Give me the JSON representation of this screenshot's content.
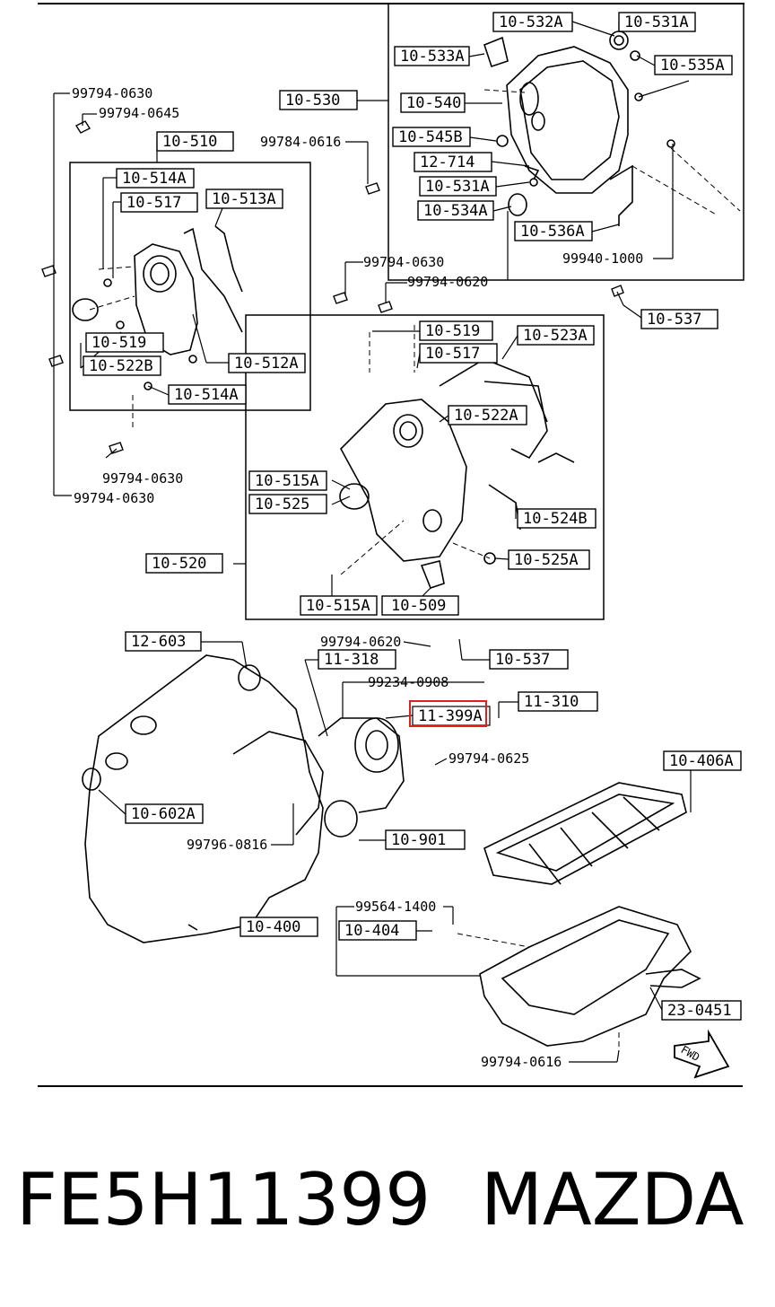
{
  "diagram": {
    "callouts": [
      {
        "id": "10-532A",
        "hl": false
      },
      {
        "id": "10-531A",
        "hl": false
      },
      {
        "id": "10-533A",
        "hl": false
      },
      {
        "id": "10-535A",
        "hl": false
      },
      {
        "id": "10-530",
        "hl": false
      },
      {
        "id": "10-540",
        "hl": false
      },
      {
        "id": "10-545B",
        "hl": false
      },
      {
        "id": "12-714",
        "hl": false
      },
      {
        "id": "10-531A",
        "hl": false
      },
      {
        "id": "10-534A",
        "hl": false
      },
      {
        "id": "10-536A",
        "hl": false
      },
      {
        "id": "10-510",
        "hl": false
      },
      {
        "id": "10-514A",
        "hl": false
      },
      {
        "id": "10-517",
        "hl": false
      },
      {
        "id": "10-513A",
        "hl": false
      },
      {
        "id": "10-519",
        "hl": false
      },
      {
        "id": "10-522B",
        "hl": false
      },
      {
        "id": "10-512A",
        "hl": false
      },
      {
        "id": "10-514A",
        "hl": false
      },
      {
        "id": "10-537",
        "hl": false
      },
      {
        "id": "10-519",
        "hl": false
      },
      {
        "id": "10-517",
        "hl": false
      },
      {
        "id": "10-523A",
        "hl": false
      },
      {
        "id": "10-522A",
        "hl": false
      },
      {
        "id": "10-515A",
        "hl": false
      },
      {
        "id": "10-525",
        "hl": false
      },
      {
        "id": "10-524B",
        "hl": false
      },
      {
        "id": "10-520",
        "hl": false
      },
      {
        "id": "10-525A",
        "hl": false
      },
      {
        "id": "10-515A",
        "hl": false
      },
      {
        "id": "10-509",
        "hl": false
      },
      {
        "id": "12-603",
        "hl": false
      },
      {
        "id": "11-318",
        "hl": false
      },
      {
        "id": "10-537",
        "hl": false
      },
      {
        "id": "11-310",
        "hl": false
      },
      {
        "id": "11-399A",
        "hl": true
      },
      {
        "id": "10-406A",
        "hl": false
      },
      {
        "id": "10-602A",
        "hl": false
      },
      {
        "id": "10-901",
        "hl": false
      },
      {
        "id": "10-400",
        "hl": false
      },
      {
        "id": "10-404",
        "hl": false
      },
      {
        "id": "23-0451",
        "hl": false
      }
    ],
    "part_numbers": [
      "99794-0630",
      "99794-0645",
      "99784-0616",
      "99940-1000",
      "99794-0630",
      "99794-0620",
      "99794-0630",
      "99794-0630",
      "99794-0620",
      "99234-0908",
      "99794-0625",
      "99796-0816",
      "99564-1400",
      "99794-0616"
    ],
    "fwd_label": "FWD",
    "colors": {
      "line": "#000000",
      "highlight": "#e02020",
      "background": "#ffffff"
    }
  },
  "caption": {
    "part_number": "FE5H11399",
    "brand": "MAZDA"
  }
}
